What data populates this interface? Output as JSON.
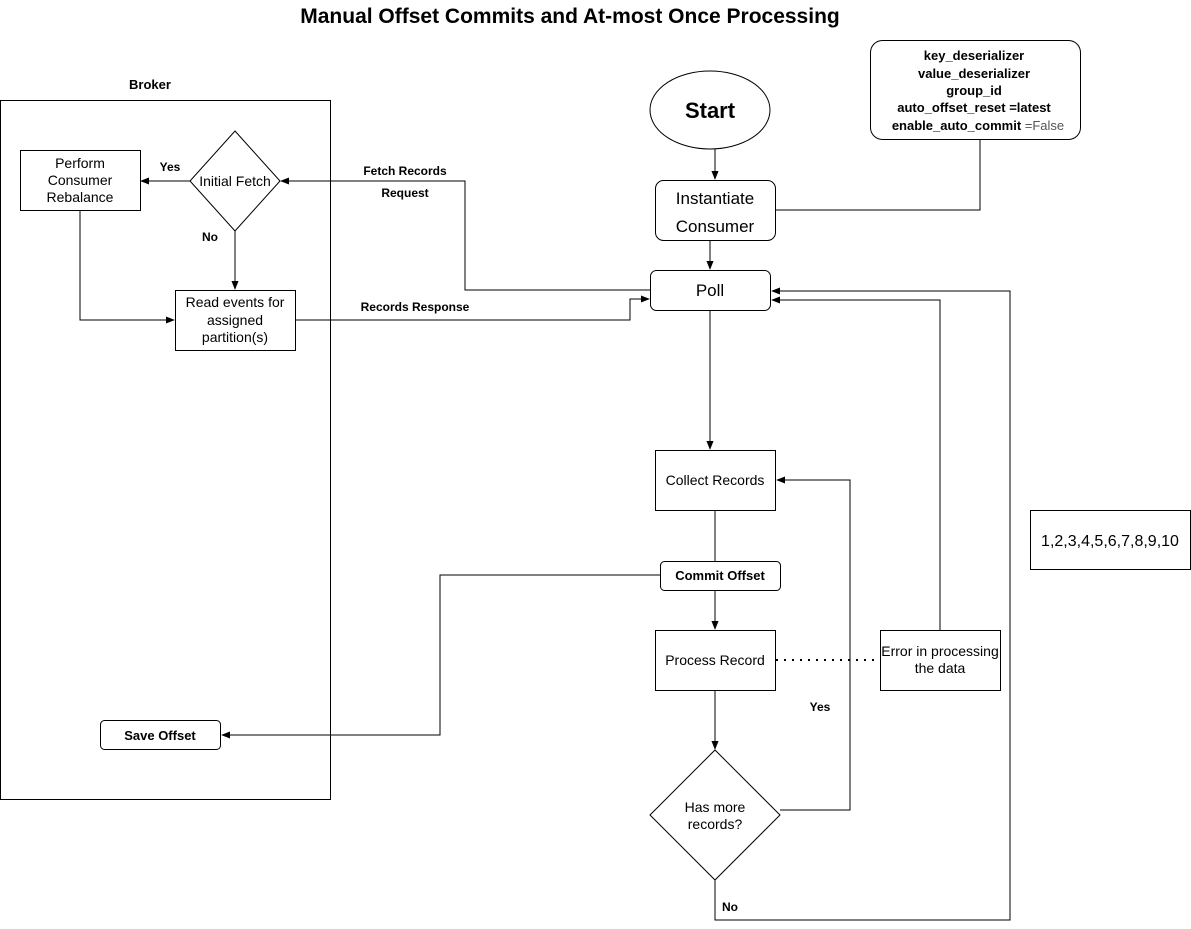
{
  "title": "Manual Offset Commits and At-most Once Processing",
  "broker": {
    "label": "Broker"
  },
  "nodes": {
    "start": "Start",
    "instantiate": [
      "Instantiate",
      "Consumer"
    ],
    "poll": "Poll",
    "collect": "Collect Records",
    "commit": "Commit Offset",
    "process": "Process Record",
    "error": [
      "Error in processing",
      "the data"
    ],
    "has_more": [
      "Has more",
      "records?"
    ],
    "initial_fetch": "Initial Fetch",
    "rebalance": [
      "Perform",
      "Consumer",
      "Rebalance"
    ],
    "read_events": [
      "Read events for",
      "assigned",
      "partition(s)"
    ],
    "save_offset": "Save Offset",
    "offsets_box": "1,2,3,4,5,6,7,8,9,10"
  },
  "config": {
    "lines": [
      {
        "key": "key_deserializer",
        "value": ""
      },
      {
        "key": "value_deserializer",
        "value": ""
      },
      {
        "key": "group_id",
        "value": ""
      },
      {
        "key": "auto_offset_reset =latest",
        "value": ""
      },
      {
        "key": "enable_auto_commit",
        "value": " =False"
      }
    ]
  },
  "edge_labels": {
    "fetch_records": "Fetch Records",
    "request": "Request",
    "records_response": "Records Response",
    "yes_rebalance": "Yes",
    "no_read": "No",
    "yes_more": "Yes",
    "no_more": "No"
  }
}
